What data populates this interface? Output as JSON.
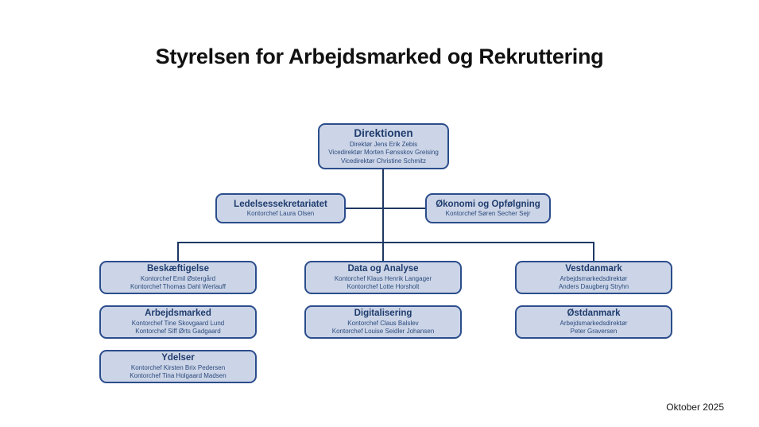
{
  "title": "Styrelsen for Arbejdsmarked og Rekruttering",
  "footer": {
    "date": "Oktober 2025"
  },
  "colors": {
    "box_fill": "#ccd5e7",
    "box_border": "#2b4d8c",
    "box_title_text": "#1f3c6e",
    "box_member_text": "#2b4a7e",
    "connector_line": "#1f3864",
    "slide_title_text": "#111111",
    "background": "#ffffff"
  },
  "org": {
    "direktionen": {
      "title": "Direktionen",
      "members": [
        "Direktør Jens Erik Zebis",
        "Vicedirektør Morten Fønsskov Greising",
        "Vicedirektør Christine Schmitz"
      ]
    },
    "ledelsessekretariatet": {
      "title": "Ledelsessekretariatet",
      "members": [
        "Kontorchef Laura Olsen"
      ]
    },
    "okonomi_og_opfolgning": {
      "title": "Økonomi og Opfølgning",
      "members": [
        "Kontorchef Søren Secher Sejr"
      ]
    },
    "beskaeftigelse": {
      "title": "Beskæftigelse",
      "members": [
        "Kontorchef Emil Østergård",
        "Kontorchef Thomas Dahl Werlauff"
      ]
    },
    "data_og_analyse": {
      "title": "Data og Analyse",
      "members": [
        "Kontorchef Klaus Henrik Langager",
        "Kontorchef Lotte Horsholt"
      ]
    },
    "vestdanmark": {
      "title": "Vestdanmark",
      "members": [
        "Arbejdsmarkedsdirektør",
        "Anders Daugberg Stryhn"
      ]
    },
    "arbejdsmarked": {
      "title": "Arbejdsmarked",
      "members": [
        "Kontorchef Tine Skovgaard Lund",
        "Kontorchef Siff Ørts Gadgaard"
      ]
    },
    "digitalisering": {
      "title": "Digitalisering",
      "members": [
        "Kontorchef Claus Balslev",
        "Kontorchef Louise Seidler Johansen"
      ]
    },
    "ostdanmark": {
      "title": "Østdanmark",
      "members": [
        "Arbejdsmarkedsdirektør",
        "Peter Graversen"
      ]
    },
    "ydelser": {
      "title": "Ydelser",
      "members": [
        "Kontorchef Kirsten Brix Pedersen",
        "Kontorchef Tina Holgaard Madsen"
      ]
    }
  }
}
